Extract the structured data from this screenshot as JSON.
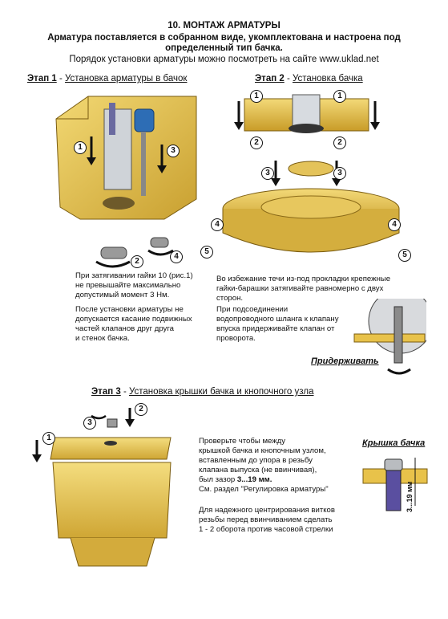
{
  "header": {
    "title": "10. МОНТАЖ АРМАТУРЫ",
    "line1": "Арматура поставляется в собранном виде, укомплектована и настроена под",
    "line2": "определенный тип бачка.",
    "line3": "Порядок установки арматуры можно посмотреть на сайте www.uklad.net"
  },
  "stage1": {
    "label": "Этап 1",
    "dash": " - ",
    "desc": "Установка арматуры в бачок",
    "note1_lines": [
      "При затягивании гайки 10 (рис.1)",
      "не превышайте максимально",
      "допустимый момент 3 Нм."
    ],
    "note2_lines": [
      "После установки арматуры не",
      "допускается касание подвижных",
      "частей клапанов друг друга",
      "и стенок бачка."
    ]
  },
  "stage2": {
    "label": "Этап 2",
    "dash": " - ",
    "desc": "Установка бачка",
    "note1_lines": [
      "Во избежание течи из-под прокладки крепежные",
      "гайки-барашки затягивайте равномерно с двух",
      "сторон."
    ],
    "note2_lines": [
      "При подсоединении",
      "водопроводного шланга к клапану",
      "впуска придерживайте клапан от",
      "проворота."
    ],
    "hold_label": "Придерживать"
  },
  "stage3": {
    "label": "Этап 3",
    "dash": " - ",
    "desc": "Установка крышки бачка и кнопочного узла",
    "note1_lines": [
      "Проверьте чтобы между",
      "крышкой бачка и кнопочным узлом,",
      "вставленным до упора в резьбу",
      "клапана выпуска (не ввинчивая),"
    ],
    "gap_prefix": "был зазор ",
    "gap_value": "3...19 мм.",
    "see_line": "См. раздел \"Регулировка арматуры\"",
    "note2_lines": [
      "Для надежного центрирования витков",
      "резьбы перед ввинчиванием сделать",
      "1 - 2 оборота против часовой стрелки"
    ],
    "lid_label": "Крышка бачка",
    "dim_label": "3...19 мм"
  },
  "step_numbers": [
    "1",
    "2",
    "3",
    "4",
    "5"
  ],
  "colors": {
    "gold": "#e8c24a",
    "gold_dark": "#b8901e",
    "blue": "#2d6db5"
  }
}
